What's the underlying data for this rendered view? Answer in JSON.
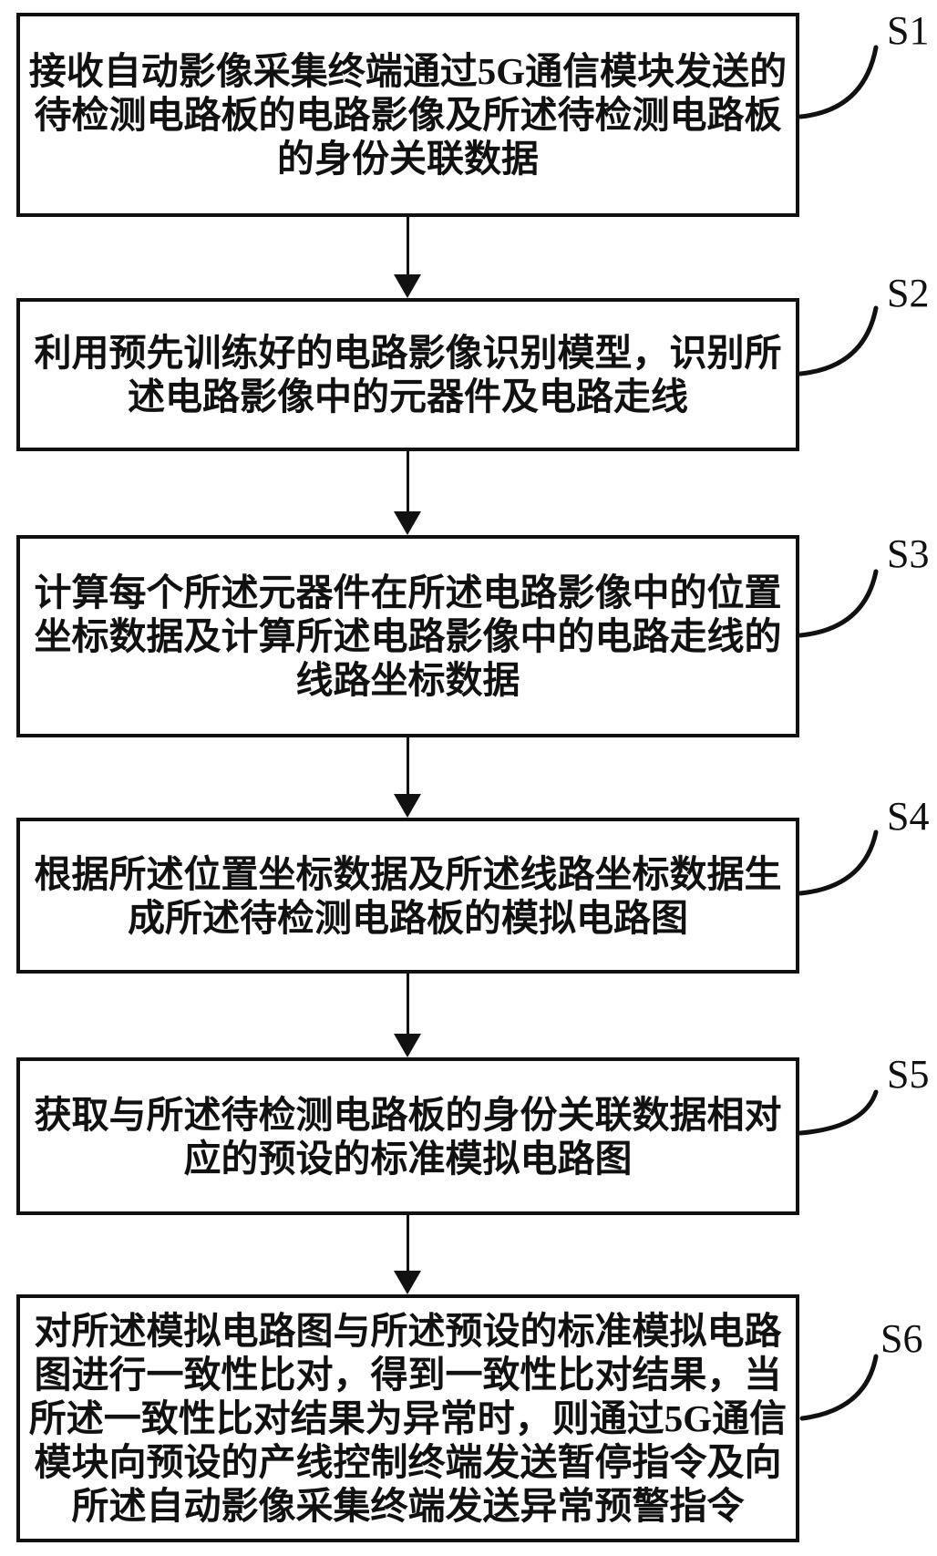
{
  "flowchart": {
    "type": "patent-method-flowchart",
    "colors": {
      "ink": "#111111",
      "background": "#ffffff"
    },
    "steps": [
      {
        "label": "S1",
        "lines": [
          "接收自动影像采集终端通过5G通信模块发送的",
          "待检测电路板的电路影像及所述待检测电路板",
          "的身份关联数据"
        ]
      },
      {
        "label": "S2",
        "lines": [
          "利用预先训练好的电路影像识别模型，识别所",
          "述电路影像中的元器件及电路走线"
        ]
      },
      {
        "label": "S3",
        "lines": [
          "计算每个所述元器件在所述电路影像中的位置",
          "坐标数据及计算所述电路影像中的电路走线的",
          "线路坐标数据"
        ]
      },
      {
        "label": "S4",
        "lines": [
          "根据所述位置坐标数据及所述线路坐标数据生",
          "成所述待检测电路板的模拟电路图"
        ]
      },
      {
        "label": "S5",
        "lines": [
          "获取与所述待检测电路板的身份关联数据相对",
          "应的预设的标准模拟电路图"
        ]
      },
      {
        "label": "S6",
        "lines": [
          "对所述模拟电路图与所述预设的标准模拟电路",
          "图进行一致性比对，得到一致性比对结果，当",
          "所述一致性比对结果为异常时，则通过5G通信",
          "模块向预设的产线控制终端发送暂停指令及向",
          "所述自动影像采集终端发送异常预警指令"
        ]
      }
    ]
  }
}
